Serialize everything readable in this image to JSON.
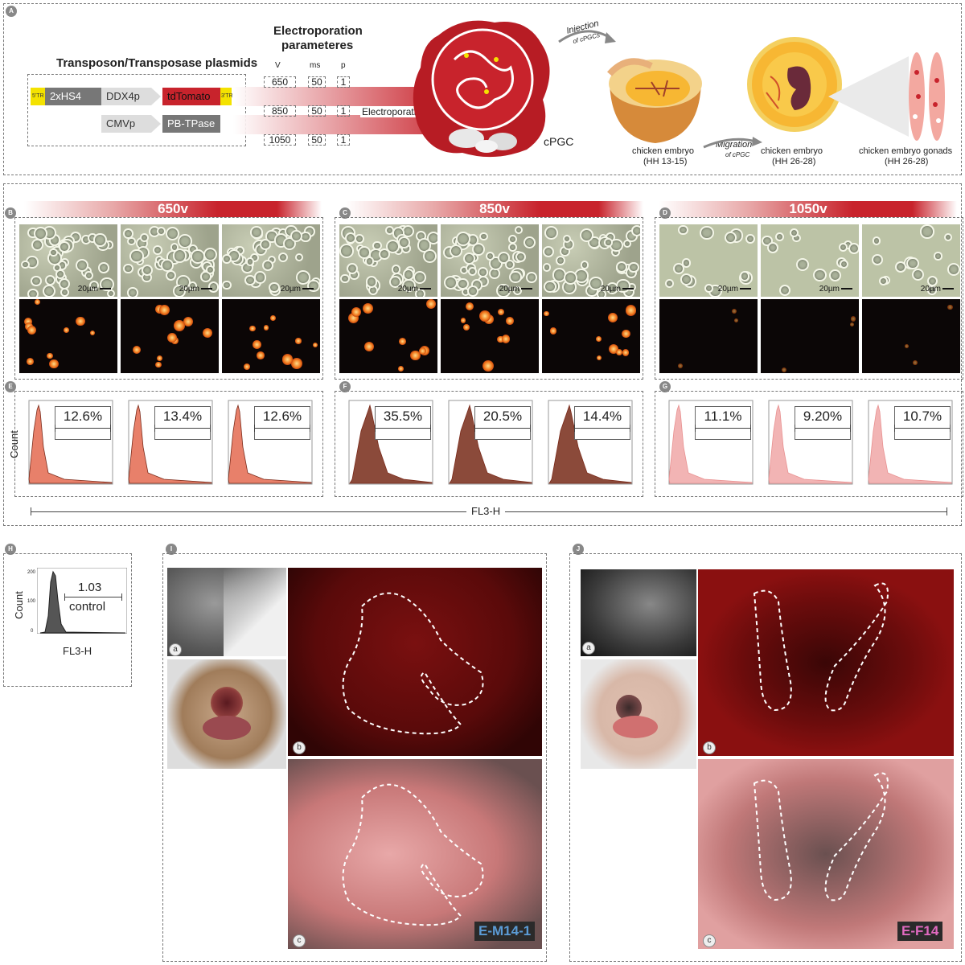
{
  "panels": {
    "A": "A",
    "B": "B",
    "C": "C",
    "D": "D",
    "E": "E",
    "F": "F",
    "G": "G",
    "H": "H",
    "I": "I",
    "J": "J"
  },
  "panelA": {
    "plasmids_title": "Transposon/Transposase plasmids",
    "ep_title_1": "Electroporation",
    "ep_title_2": "parameteres",
    "col_v": "V",
    "col_ms": "ms",
    "col_p": "p",
    "rows": [
      {
        "v": "650",
        "ms": "50",
        "p": "1"
      },
      {
        "v": "850",
        "ms": "50",
        "p": "1"
      },
      {
        "v": "1050",
        "ms": "50",
        "p": "1"
      }
    ],
    "tr5": "5'TR",
    "hs4": "2xHS4",
    "ddx4p": "DDX4p",
    "tdtomato": "tdTomato",
    "tr3": "3'TR",
    "cmvp": "CMVp",
    "pbtpase": "PB-TPase",
    "electroporation": "Electroporation",
    "cpgc": "cPGC",
    "injection": "Injection",
    "of_cpgcs": "of cPGCs",
    "migration": "Migration",
    "of_cpgc": "of cPGC",
    "embryo1": "chicken embryo",
    "embryo1_stage": "(HH 13-15)",
    "embryo2": "chicken embryo",
    "embryo2_stage": "(HH 26-28)",
    "gonads": "chicken embryo gonads",
    "gonads_stage": "(HH 26-28)"
  },
  "voltage_bands": [
    "650v",
    "850v",
    "1050v"
  ],
  "scale": "20µm",
  "flow": {
    "E": [
      "12.6%",
      "13.4%",
      "12.6%"
    ],
    "F": [
      "35.5%",
      "20.5%",
      "14.4%"
    ],
    "G": [
      "11.1%",
      "9.20%",
      "10.7%"
    ],
    "count_label": "Count",
    "axis_label": "FL3-H",
    "colors": {
      "E": "#e8806a",
      "F": "#8b4a3a",
      "G": "#f2b4b4"
    }
  },
  "panelH": {
    "value": "1.03",
    "label": "control",
    "count": "Count",
    "axis": "FL3-H",
    "ytick200": "200",
    "ytick100": "100",
    "ytick0": "0"
  },
  "panelI": {
    "sub_a": "a",
    "sub_b": "b",
    "sub_c": "c",
    "tag": "E-M14-1",
    "tag_color": "#5b9bd5"
  },
  "panelJ": {
    "sub_a": "a",
    "sub_b": "b",
    "sub_c": "c",
    "tag": "E-F14",
    "tag_color": "#e06ac0"
  }
}
